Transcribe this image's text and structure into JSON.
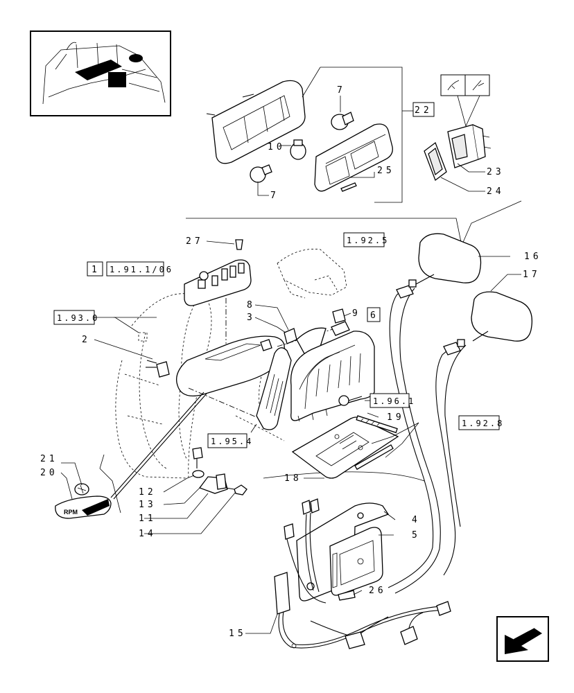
{
  "callouts": {
    "c2": "2",
    "c3": "3",
    "c4": "4",
    "c5": "5",
    "c6": "6",
    "c7a": "7",
    "c7b": "7",
    "c8": "8",
    "c9": "9",
    "c10": "10",
    "c11": "11",
    "c12": "12",
    "c13": "13",
    "c14": "14",
    "c15": "15",
    "c16": "16",
    "c17": "17",
    "c18": "18",
    "c19": "19",
    "c20": "20",
    "c21": "21",
    "c22": "22",
    "c23": "23",
    "c24": "24",
    "c25": "25",
    "c26": "26",
    "c27": "27",
    "c1": "1"
  },
  "references": {
    "r1": "1.91.1/06",
    "r2": "1.93.0",
    "r3": "1.92.5",
    "r4": "1.96.1",
    "r5": "1.95.4",
    "r6": "1.92.8"
  },
  "labels": {
    "rpm": "RPM"
  }
}
